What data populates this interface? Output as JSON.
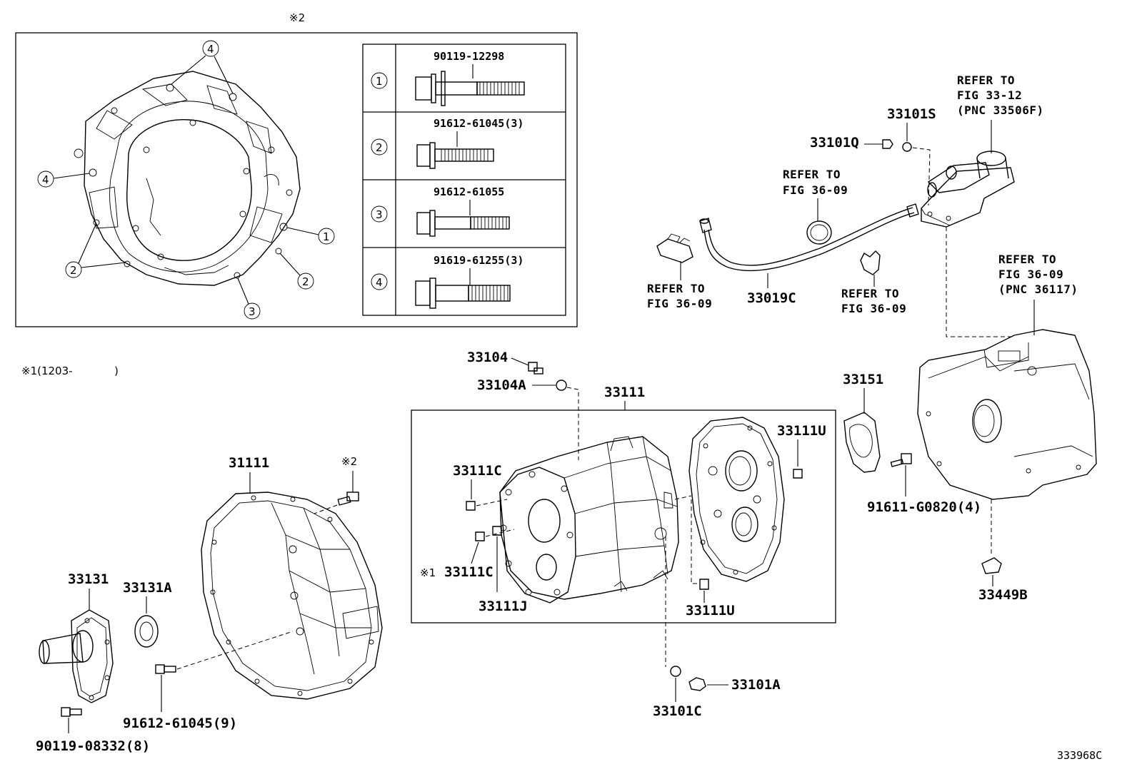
{
  "detail_box": {
    "marker": "※2",
    "callouts": [
      "4",
      "4",
      "1",
      "2",
      "2",
      "3"
    ],
    "bolt_table": [
      {
        "num": "1",
        "part": "90119-12298"
      },
      {
        "num": "2",
        "part": "91612-61045(3)"
      },
      {
        "num": "3",
        "part": "91612-61055"
      },
      {
        "num": "4",
        "part": "91619-61255(3)"
      }
    ]
  },
  "note_marker": "※1(1203-",
  "note_close": ")",
  "refs": {
    "ref_33_12": [
      "REFER TO",
      "FIG 33-12",
      "(PNC 33506F)"
    ],
    "ref_36_09_clamp": [
      "REFER TO",
      "FIG 36-09"
    ],
    "ref_36_09_left": [
      "REFER TO",
      "FIG 36-09"
    ],
    "ref_36_09_clip": [
      "REFER TO",
      "FIG 36-09"
    ],
    "ref_36_09_ext": [
      "REFER TO",
      "FIG 36-09",
      "(PNC 36117)"
    ]
  },
  "labels": {
    "p33101S": "33101S",
    "p33101Q": "33101Q",
    "p33019C": "33019C",
    "p33104": "33104",
    "p33104A": "33104A",
    "p33111": "33111",
    "p33111C_a": "33111C",
    "p33111C_b": "33111C",
    "p33111C_b_mark": "※1",
    "p33111J": "33111J",
    "p33111U_a": "33111U",
    "p33111U_b": "33111U",
    "p33151": "33151",
    "p91611": "91611-G0820(4)",
    "p33449B": "33449B",
    "p31111": "31111",
    "p31111_mark": "※2",
    "p33131": "33131",
    "p33131A": "33131A",
    "p91612_9": "91612-61045(9)",
    "p90119_8": "90119-08332(8)",
    "p33101C": "33101C",
    "p33101A": "33101A"
  },
  "figure_id": "333968C"
}
